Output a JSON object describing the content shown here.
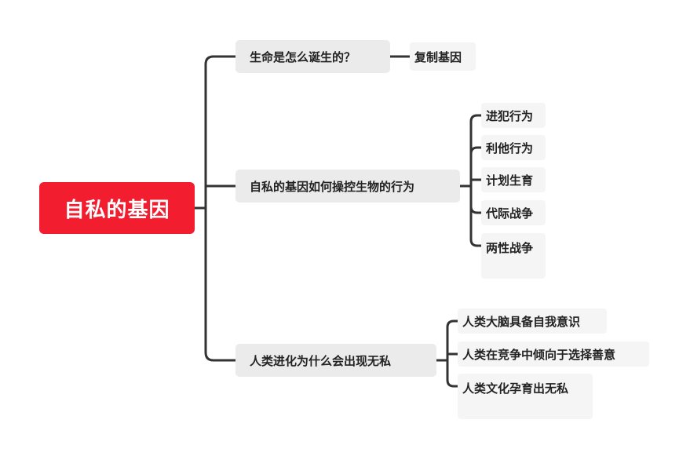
{
  "root": {
    "label": "自私的基因"
  },
  "branches": [
    {
      "label": "生命是怎么诞生的？",
      "children": [
        "复制基因"
      ]
    },
    {
      "label": "自私的基因如何操控生物的行为",
      "children": [
        "进犯行为",
        "利他行为",
        "计划生育",
        "代际战争",
        "两性战争"
      ]
    },
    {
      "label": "人类进化为什么会出现无私",
      "children": [
        "人类大脑具备自我意识",
        "人类在竞争中倾向于选择善意",
        "人类文化孕育出无私"
      ]
    }
  ],
  "colors": {
    "root_fill": "#f21d2f",
    "branch_fill": "#ebebeb",
    "leaf_fill": "#f5f5f5",
    "connector": "#333333"
  }
}
